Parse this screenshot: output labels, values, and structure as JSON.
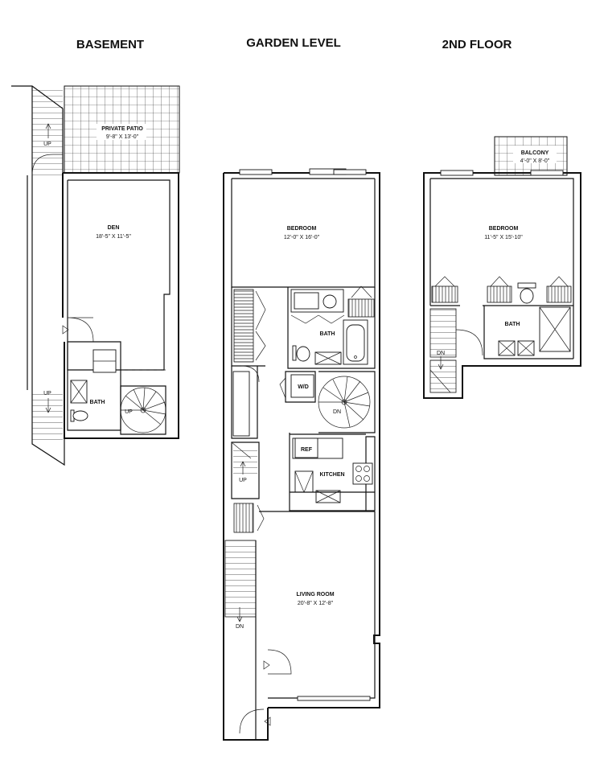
{
  "floors": {
    "basement": {
      "title": "BASEMENT",
      "patio_label": "PRIVATE PATIO",
      "patio_dim": "9'-8\" X 13'-0\"",
      "den_label": "DEN",
      "den_dim": "18'-5\" X 11'-5\"",
      "bath_label": "BATH",
      "stair_up_label": "UP",
      "stair_up_label_2": "UP",
      "spiral_up_label": "UP"
    },
    "garden": {
      "title": "GARDEN LEVEL",
      "bedroom_label": "BEDROOM",
      "bedroom_dim": "12'-0\" X 16'-0\"",
      "bath_label": "BATH",
      "wd_label": "W/D",
      "spiral_dn_label": "DN",
      "ref_label": "REF",
      "kitchen_label": "KITCHEN",
      "stair_up_label": "UP",
      "living_label": "LIVING ROOM",
      "living_dim": "20'-8\" X 12'-8\"",
      "stair_dn_label": "DN"
    },
    "second": {
      "title": "2ND FLOOR",
      "balcony_label": "BALCONY",
      "balcony_dim": "4'-0\" X 8'-0\"",
      "bedroom_label": "BEDROOM",
      "bedroom_dim": "11'-5\" X 15'-10\"",
      "bath_label": "BATH",
      "stair_dn_label": "DN"
    }
  },
  "colors": {
    "line": "#111111",
    "background": "#ffffff"
  }
}
